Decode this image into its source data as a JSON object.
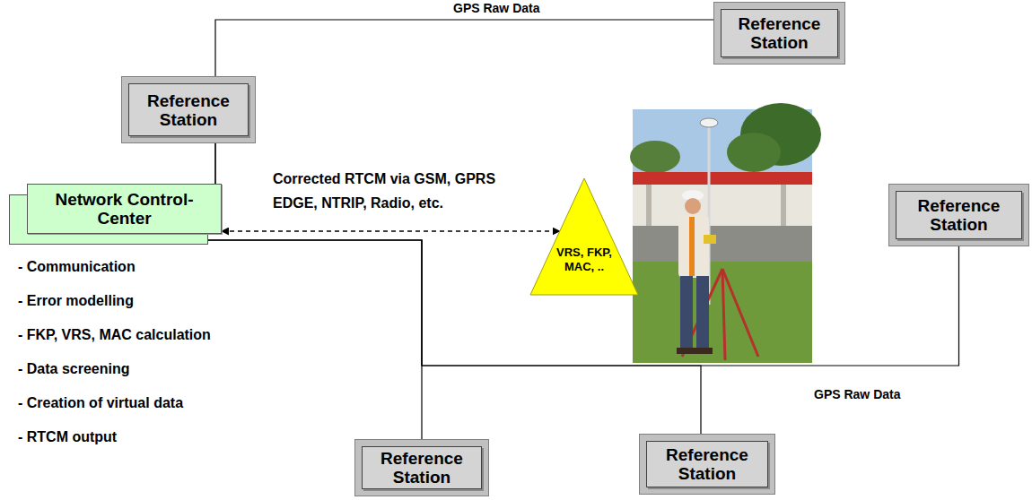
{
  "diagram": {
    "nodes": [
      {
        "text": [
          "Reference Station"
        ]
      },
      {
        "text": [
          "Reference Station"
        ]
      },
      {
        "text": [
          "Network Control-Center"
        ]
      },
      {
        "text": [
          "VRS, FKP, MAC, .."
        ]
      },
      {
        "text": [
          "Reference Station"
        ]
      },
      {
        "text": [
          "Reference Station"
        ]
      },
      {
        "text": [
          "Reference Station"
        ]
      }
    ],
    "edges": [
      {
        "from": 2,
        "to": 0,
        "arrow": "none"
      },
      {
        "from": 2,
        "to": 1,
        "arrow": "none"
      },
      {
        "from": 2,
        "to": 3,
        "label": "Corrected RTCM via GSM, GPRS EDGE, NTRIP, Radio, etc.",
        "arrow": "both"
      },
      {
        "from": 2,
        "to": 4,
        "arrow": "none"
      },
      {
        "from": 2,
        "to": 5,
        "arrow": "none"
      },
      {
        "from": 2,
        "to": 6,
        "arrow": "none"
      }
    ],
    "labels": [
      "GPS Raw Data",
      "GPS Raw Data",
      "- Communication",
      "- Error modelling",
      "- FKP, VRS, MAC calculation",
      "- Data screening",
      "- Creation of virtual data",
      "- RTCM output"
    ]
  }
}
